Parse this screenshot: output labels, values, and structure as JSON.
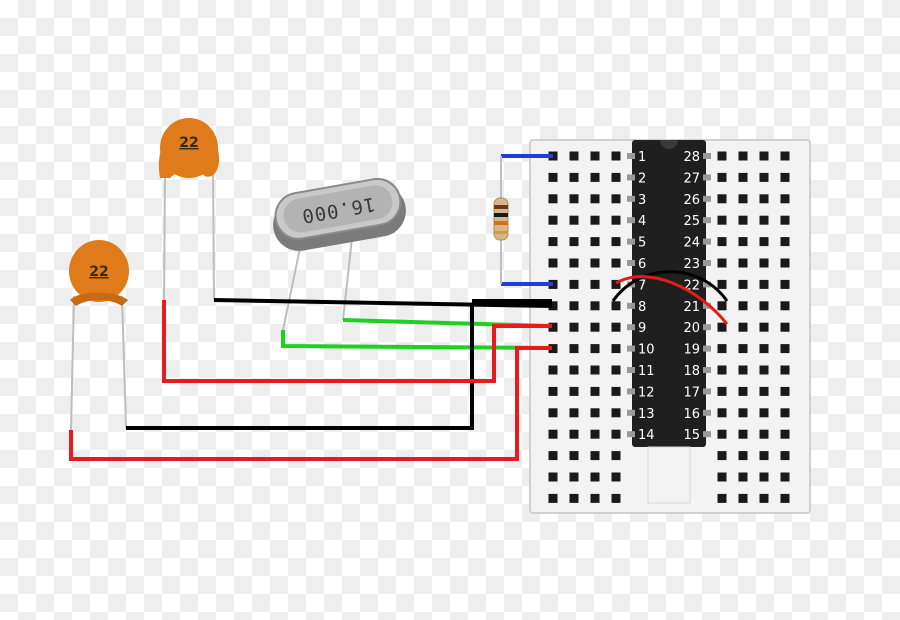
{
  "capacitors": [
    {
      "label": "22",
      "color": "#e07b1c"
    },
    {
      "label": "22",
      "color": "#e07b1c"
    }
  ],
  "crystal": {
    "label": "16.000",
    "label_shown_mirrored": "16.000"
  },
  "resistor": {
    "bands": [
      "brown",
      "black",
      "orange",
      "gold"
    ]
  },
  "chip": {
    "left_pins": [
      "1",
      "2",
      "3",
      "4",
      "5",
      "6",
      "7",
      "8",
      "9",
      "10",
      "11",
      "12",
      "13",
      "14"
    ],
    "right_pins": [
      "28",
      "27",
      "26",
      "25",
      "24",
      "23",
      "22",
      "21",
      "20",
      "19",
      "18",
      "17",
      "16",
      "15"
    ]
  },
  "wire_colors": {
    "ground": "#000000",
    "power": "#e51c1c",
    "signal": "#1fd11f",
    "link": "#1e3fd6"
  }
}
